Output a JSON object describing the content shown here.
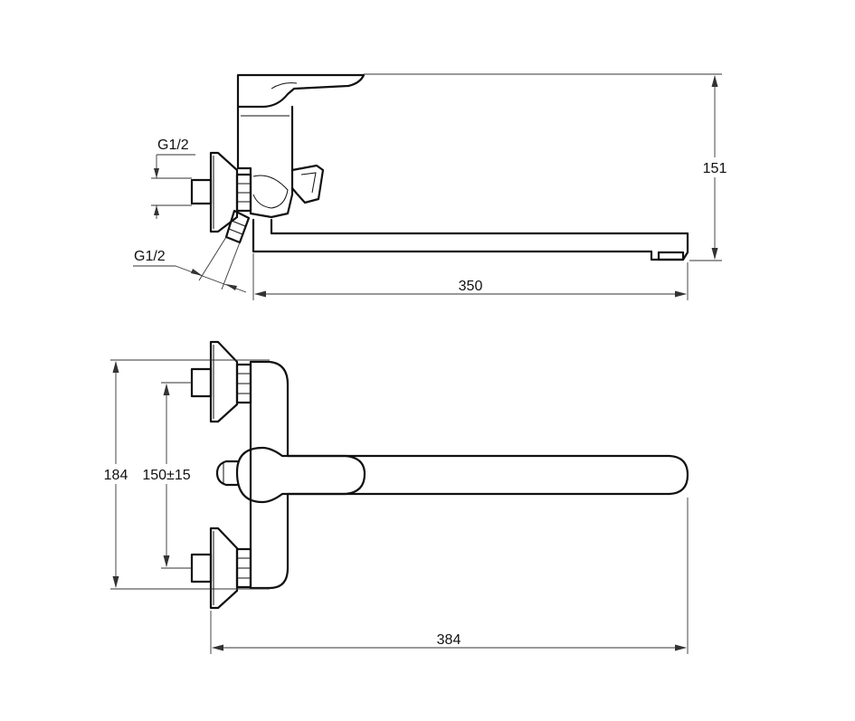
{
  "side_view": {
    "dimensions": {
      "inlet_thread_upper": "G1/2",
      "inlet_thread_lower": "G1/2",
      "height": "151",
      "spout_length": "350"
    }
  },
  "top_view": {
    "dimensions": {
      "overall_width": "184",
      "inlet_spacing": "150±15",
      "overall_length": "384"
    }
  },
  "colors": {
    "line": "#111111",
    "background": "#ffffff"
  }
}
